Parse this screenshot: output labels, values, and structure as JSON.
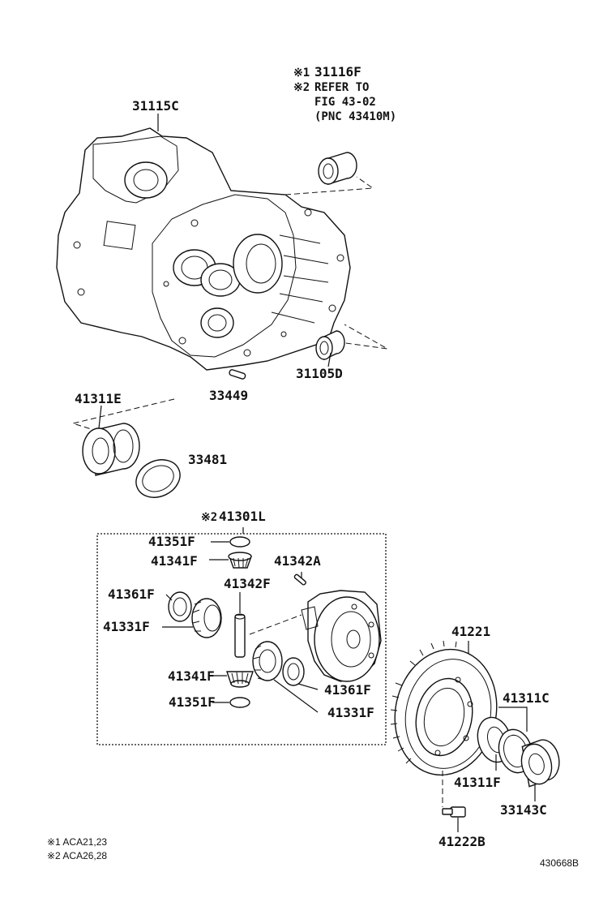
{
  "labels": {
    "housing": "31115C",
    "seal_top": "31116F",
    "seal_side": "31105D",
    "pin": "33449",
    "bearing_left": "41311E",
    "shim_left": "33481",
    "diff_assy": "41301L",
    "washer_top": "41351F",
    "pinion_top": "41341F",
    "shaft_pin": "41342A",
    "shaft": "41342F",
    "thrust_washer_left": "41361F",
    "side_gear_left": "41331F",
    "pinion_bottom": "41341F",
    "washer_bottom": "41351F",
    "thrust_washer_right": "41361F",
    "side_gear_right": "41331F",
    "ring_gear": "41221",
    "bearing_right_outer": "41311C",
    "bearing_right_inner": "41311F",
    "shim_right": "33143C",
    "bolt": "41222B"
  },
  "notes": {
    "mark1": "※1",
    "mark2": "※2",
    "refer_line1": "REFER TO",
    "refer_line2": "FIG 43-02",
    "refer_line3": "(PNC 43410M)"
  },
  "footnotes": {
    "line1": "※1 ACA21,23",
    "line2": "※2 ACA26,28"
  },
  "figure_id": "430668B"
}
